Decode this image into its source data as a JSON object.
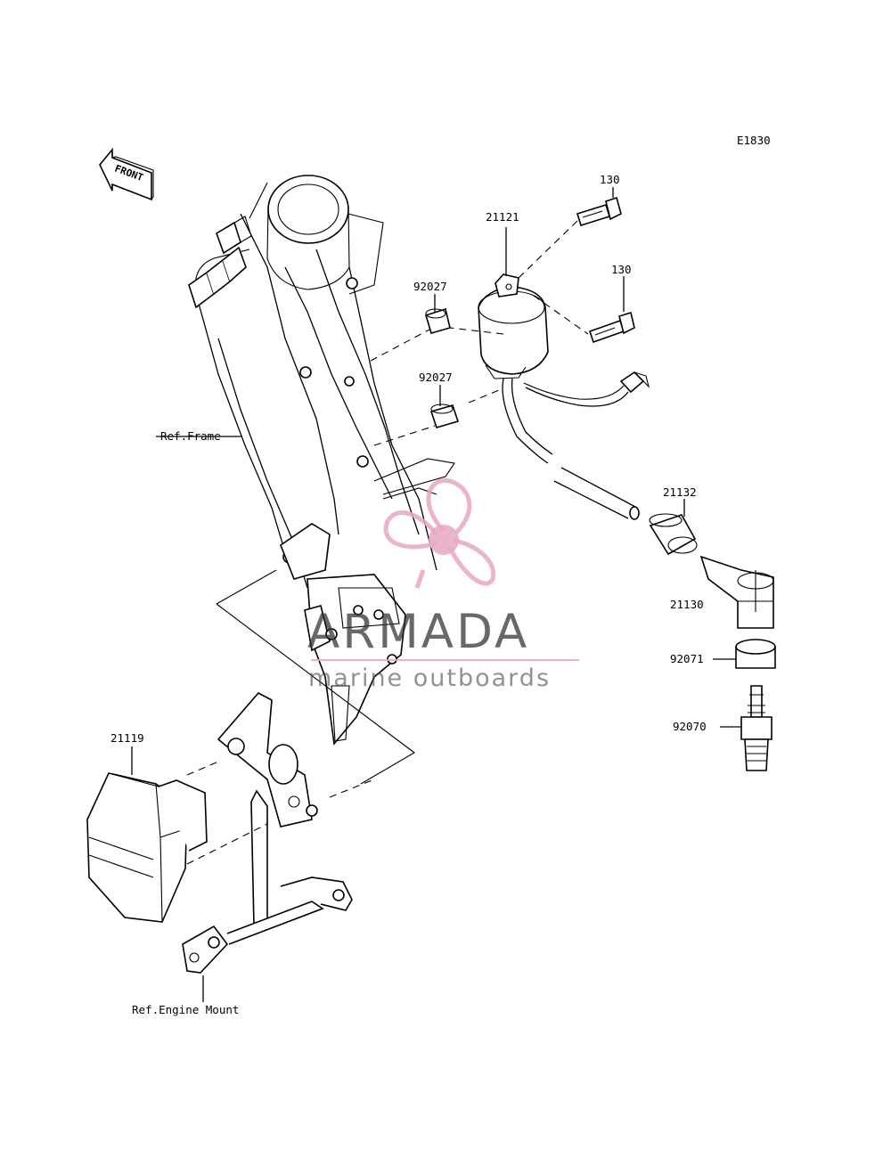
{
  "diagram": {
    "code": "E1830",
    "front_arrow": "FRONT",
    "callouts": [
      {
        "id": "bolt-upper",
        "text": "130"
      },
      {
        "id": "bolt-lower",
        "text": "130"
      },
      {
        "id": "coil",
        "text": "21121"
      },
      {
        "id": "collar-upper",
        "text": "92027"
      },
      {
        "id": "collar-lower",
        "text": "92027"
      },
      {
        "id": "ref-frame",
        "text": "Ref.Frame"
      },
      {
        "id": "cap-a",
        "text": "21132"
      },
      {
        "id": "cap-b",
        "text": "21130"
      },
      {
        "id": "seal",
        "text": "92071"
      },
      {
        "id": "spark-plug",
        "text": "92070"
      },
      {
        "id": "igniter",
        "text": "21119"
      },
      {
        "id": "ref-engine-mount",
        "text": "Ref.Engine Mount"
      }
    ]
  },
  "watermark": {
    "title": "ARMADA",
    "subtitle": "marine outboards",
    "color_pink": "#e8a7c3",
    "color_grey": "#444444"
  }
}
